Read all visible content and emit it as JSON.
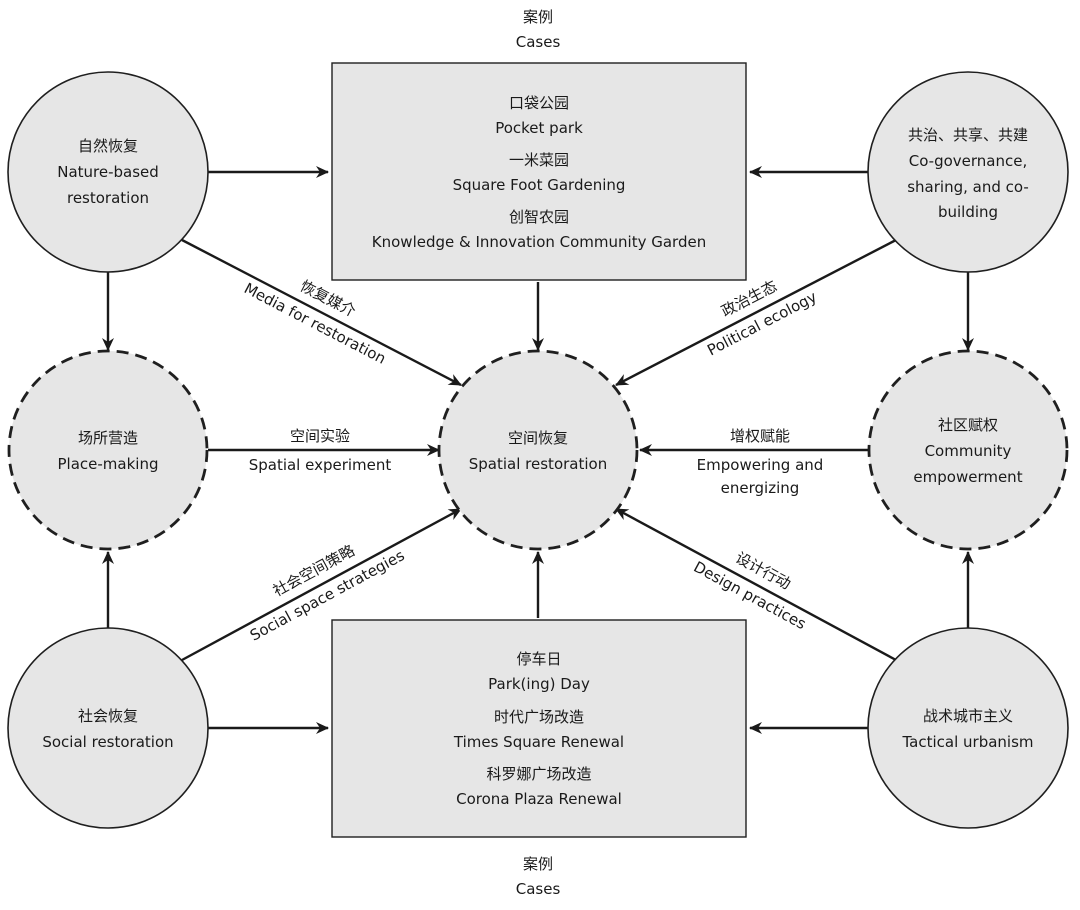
{
  "cases_top": {
    "zh": "案例",
    "en": "Cases"
  },
  "cases_bottom": {
    "zh": "案例",
    "en": "Cases"
  },
  "box_top": {
    "items": [
      {
        "zh": "口袋公园",
        "en": "Pocket park"
      },
      {
        "zh": "一米菜园",
        "en": "Square Foot Gardening"
      },
      {
        "zh": "创智农园",
        "en": "Knowledge & Innovation Community Garden"
      }
    ]
  },
  "box_bottom": {
    "items": [
      {
        "zh": "停车日",
        "en": "Park(ing) Day"
      },
      {
        "zh": "时代广场改造",
        "en": "Times Square Renewal"
      },
      {
        "zh": "科罗娜广场改造",
        "en": "Corona Plaza Renewal"
      }
    ]
  },
  "nodes": {
    "nature": {
      "zh": "自然恢复",
      "en1": "Nature-based",
      "en2": "restoration"
    },
    "cogov": {
      "zh": "共治、共享、共建",
      "en1": "Co-governance,",
      "en2": "sharing, and co-",
      "en3": "building"
    },
    "social": {
      "zh": "社会恢复",
      "en1": "Social restoration"
    },
    "tactical": {
      "zh": "战术城市主义",
      "en1": "Tactical urbanism"
    },
    "place": {
      "zh": "场所营造",
      "en1": "Place-making"
    },
    "spatial": {
      "zh": "空间恢复",
      "en1": "Spatial restoration"
    },
    "community": {
      "zh": "社区赋权",
      "en1": "Community",
      "en2": "empowerment"
    }
  },
  "edges": {
    "media": {
      "zh": "恢复媒介",
      "en": "Media for restoration"
    },
    "political": {
      "zh": "政治生态",
      "en": "Political ecology"
    },
    "experiment": {
      "zh": "空间实验",
      "en": "Spatial experiment"
    },
    "empowering": {
      "zh": "增权赋能",
      "en1": "Empowering and",
      "en2": "energizing"
    },
    "social_strat": {
      "zh": "社会空间策略",
      "en": "Social space strategies"
    },
    "design": {
      "zh": "设计行动",
      "en": "Design practices"
    }
  }
}
